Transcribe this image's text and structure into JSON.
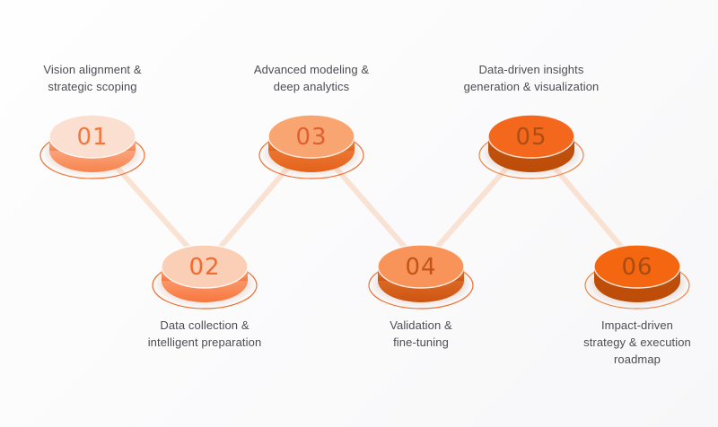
{
  "diagram": {
    "title": "",
    "type": "zigzag-process-flow",
    "background_color": "#fbfbfc",
    "label_color": "#4c4c53",
    "connector_color": "#f9d6be",
    "steps": [
      {
        "number": "01",
        "label": "Vision alignment & strategic scoping",
        "label_lines": [
          "Vision alignment &",
          "strategic scoping"
        ],
        "row": "top",
        "colors": {
          "top": "#fbdfd1",
          "side_top": "#fbc5a6",
          "side_bottom": "#f8834e",
          "number": "#f5753d",
          "ring": "#f2702f"
        }
      },
      {
        "number": "02",
        "label": "Data collection & intelligent preparation",
        "label_lines": [
          "Data collection &",
          "intelligent preparation"
        ],
        "row": "bottom",
        "colors": {
          "top": "#fbcfb6",
          "side_top": "#fab890",
          "side_bottom": "#f7763f",
          "number": "#f36a2e",
          "ring": "#f26c2a"
        }
      },
      {
        "number": "03",
        "label": "Advanced modeling & deep analytics",
        "label_lines": [
          "Advanced modeling &",
          "deep analytics"
        ],
        "row": "top",
        "colors": {
          "top": "#f9a571",
          "side_top": "#f08a4a",
          "side_bottom": "#e4621a",
          "number": "#e25e2e",
          "ring": "#f07236"
        }
      },
      {
        "number": "04",
        "label": "Validation & fine-tuning",
        "label_lines": [
          "Validation &",
          "fine-tuning"
        ],
        "row": "bottom",
        "colors": {
          "top": "#f8945a",
          "side_top": "#e67d39",
          "side_bottom": "#ce5410",
          "number": "#c25417",
          "ring": "#ef7034"
        }
      },
      {
        "number": "05",
        "label": "Data-driven insights generation & visualization",
        "label_lines": [
          "Data-driven insights",
          "generation & visualization"
        ],
        "row": "top",
        "colors": {
          "top": "#f4681d",
          "side_top": "#c25514",
          "side_bottom": "#bc4c07",
          "number": "#ad4e13",
          "ring": "#f08648"
        }
      },
      {
        "number": "06",
        "label": "Impact-driven strategy & execution roadmap",
        "label_lines": [
          "Impact-driven",
          "strategy & execution",
          "roadmap"
        ],
        "row": "bottom",
        "colors": {
          "top": "#f4660f",
          "side_top": "#be5211",
          "side_bottom": "#bd4c06",
          "number": "#a94c10",
          "ring": "#f08648"
        }
      }
    ]
  }
}
